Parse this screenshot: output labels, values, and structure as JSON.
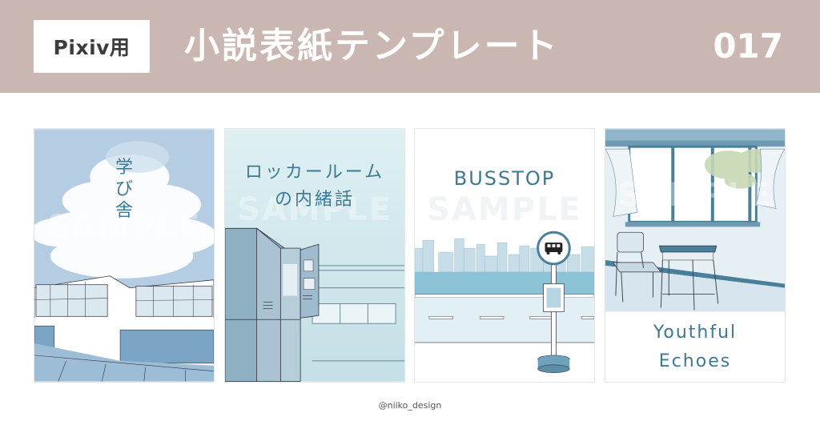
{
  "header": {
    "badge": "Pixiv用",
    "title": "小説表紙テンプレート",
    "number": "017",
    "background_color": "#cbb7b1"
  },
  "cards": [
    {
      "title": "学び舎",
      "title_lines": [
        "学",
        "び",
        "舎"
      ],
      "orientation": "vertical",
      "scene": "school-building-clouds",
      "watermark": "SAMPLE"
    },
    {
      "title": "ロッカールームの内緒話",
      "title_lines": [
        "ロッカールーム",
        "の内緒話"
      ],
      "orientation": "horizontal",
      "scene": "locker-room",
      "watermark": "SAMPLE"
    },
    {
      "title": "BUSSTOP",
      "title_lines": [
        "BUSSTOP"
      ],
      "orientation": "horizontal",
      "scene": "bus-stop-city",
      "watermark": "SAMPLE"
    },
    {
      "title": "Youthful Echoes",
      "title_lines": [
        "Youthful",
        "Echoes"
      ],
      "orientation": "horizontal",
      "scene": "classroom-window",
      "watermark": "SAMPLE"
    }
  ],
  "footer": {
    "credit": "@niiko_design"
  },
  "colors": {
    "title_text": "#3d7993",
    "accent_blue": "#5b8ea8"
  }
}
